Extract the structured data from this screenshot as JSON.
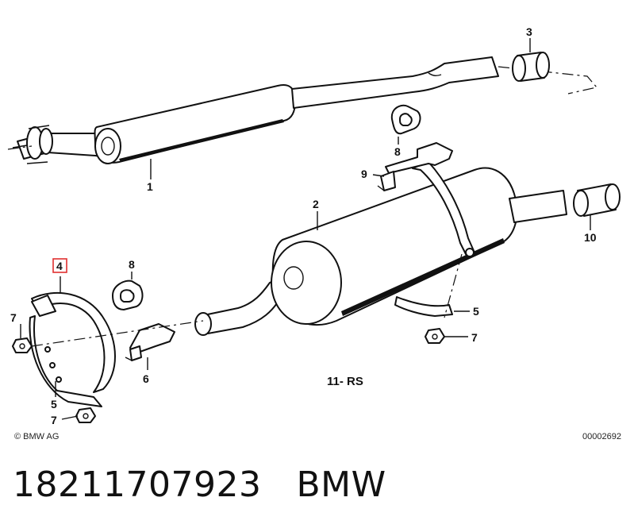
{
  "diagram": {
    "copyright": "© BMW AG",
    "drawing_number": "00002692",
    "section_label": "11- RS",
    "highlight_color": "#e03030",
    "callouts": {
      "p1": "1",
      "p2": "2",
      "p3": "3",
      "p4": "4",
      "p5a": "5",
      "p5b": "5",
      "p6": "6",
      "p7a": "7",
      "p7b": "7",
      "p7c": "7",
      "p8a": "8",
      "p8b": "8",
      "p9": "9",
      "p10": "10"
    }
  },
  "caption": {
    "part_number": "18211707923",
    "brand": "BMW"
  }
}
